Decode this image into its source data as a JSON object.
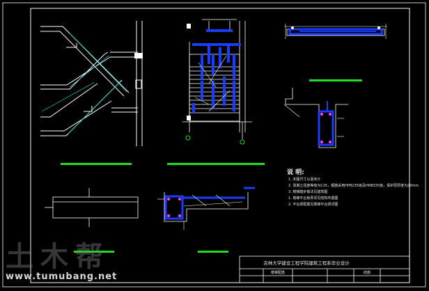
{
  "notes": {
    "heading": "说 明:",
    "lines": [
      "1. 本图尺寸以毫米计",
      "2. 混凝土强度等级为C25，钢筋采用HPB235级及HRB335级，保护层厚度为20mm",
      "3. 楼梯踏步做法见建筑图",
      "1. 楼梯平台板厚详见结构布置图",
      "2. 平台梁配筋见楼梯平台梁详图"
    ]
  },
  "title_block": {
    "project": "吉林大学建设工程学院建筑工程系毕业设计",
    "cells": [
      "",
      "楼梯配筋",
      "",
      "",
      "结施",
      ""
    ]
  },
  "watermark": {
    "logo_text": "土木帮",
    "url": "www.tumubang.net"
  },
  "colors": {
    "background": "#000000",
    "line": "#ffffff",
    "rebar": "#1a3cff",
    "rebar_pink": "#ff40ff",
    "label_bar": "#22dd22",
    "frame": "#ffffff",
    "cyan": "#00d0d0"
  }
}
